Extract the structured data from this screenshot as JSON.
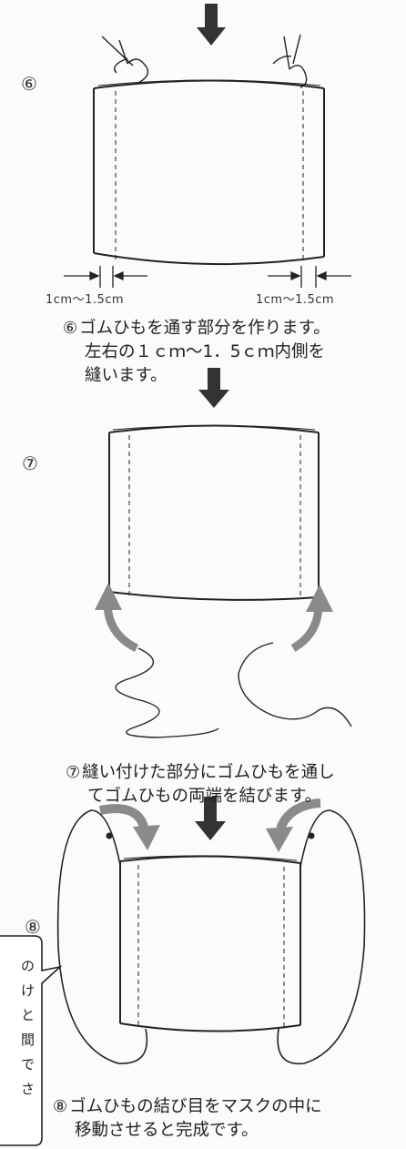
{
  "steps": [
    {
      "number": "⑥",
      "caption_number": "⑥",
      "caption_lines": [
        "ゴムひもを通す部分を作ります。",
        "左右の１ｃｍ～1．5ｃｍ内側を",
        "縫います。"
      ],
      "measure_left": "1cm～1.5cm",
      "measure_right": "1cm～1.5cm"
    },
    {
      "number": "⑦",
      "caption_number": "⑦",
      "caption_lines": [
        "縫い付けた部分にゴムひもを通し",
        "てゴムひもの両端を結びます。"
      ]
    },
    {
      "number": "⑧",
      "caption_number": "⑧",
      "caption_lines": [
        "ゴムひもの結び目をマスクの中に",
        "移動させると完成です。"
      ]
    }
  ],
  "note": {
    "chars": [
      "の",
      "け",
      "と",
      "間",
      "で",
      "さ"
    ]
  },
  "colors": {
    "ink": "#222222",
    "arrow_gray": "#8a8a8a",
    "background": "#fbfbfb"
  }
}
